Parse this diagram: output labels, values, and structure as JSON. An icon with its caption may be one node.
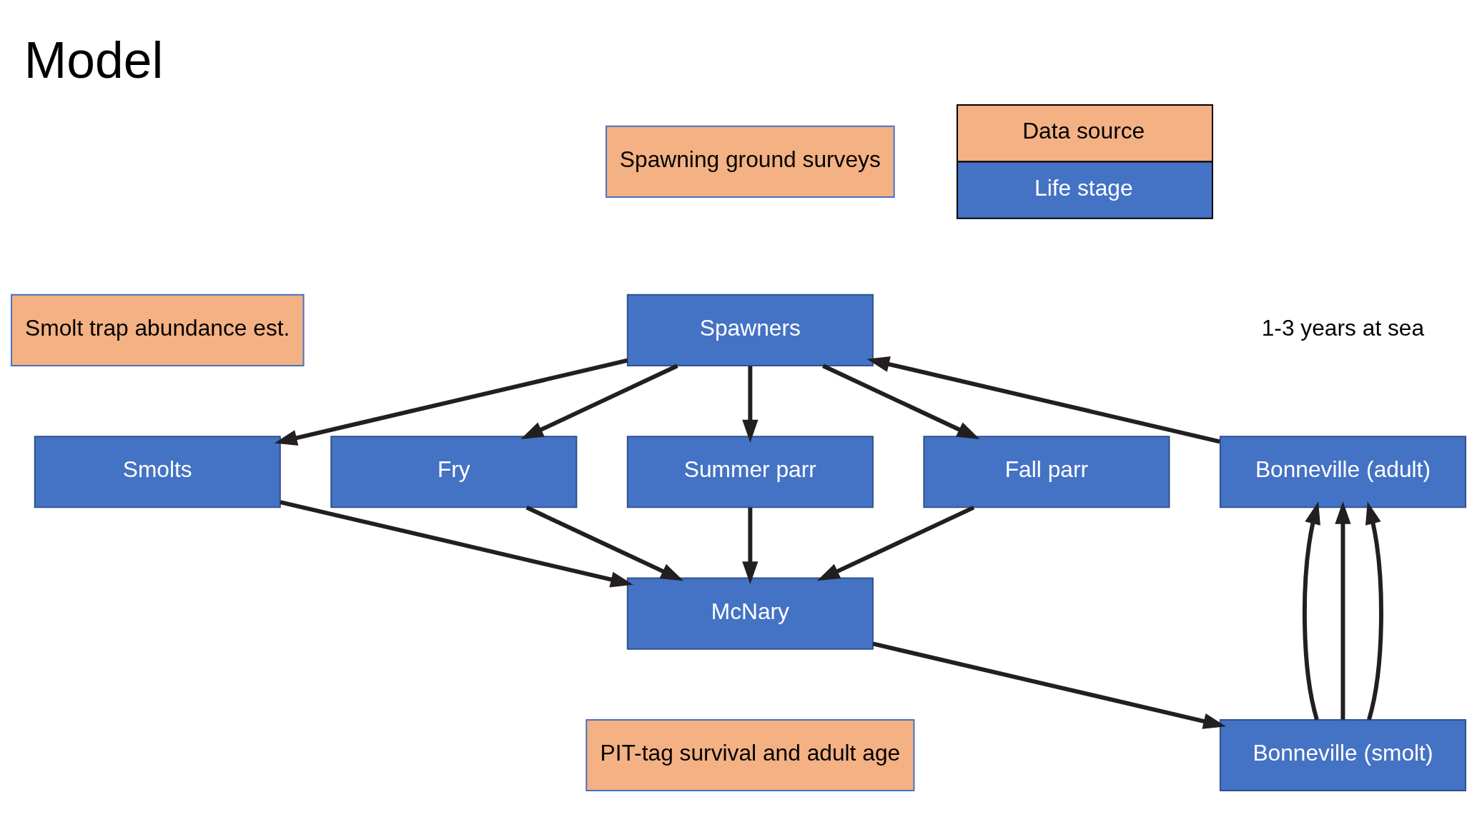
{
  "diagram": {
    "title": "Model",
    "nodes": [
      {
        "text": [
          "Spawning ground surveys"
        ]
      },
      {
        "text": [
          "Spawners"
        ]
      },
      {
        "text": [
          "Bonneville (adult)"
        ]
      },
      {
        "text": [
          "Fry"
        ]
      },
      {
        "text": [
          "Summer parr"
        ]
      },
      {
        "text": [
          "Fall parr"
        ]
      },
      {
        "text": [
          "Smolt trap abundance est."
        ]
      },
      {
        "text": [
          "Smolts"
        ]
      },
      {
        "text": [
          "Bonneville (smolt)"
        ]
      },
      {
        "text": [
          "McNary"
        ]
      },
      {
        "text": [
          "PIT-tag survival and adult age"
        ]
      }
    ],
    "edges": [
      {
        "from": 2,
        "to": 1,
        "arrow": "to"
      },
      {
        "from": 1,
        "to": 3,
        "arrow": "to"
      },
      {
        "from": 1,
        "to": 4,
        "arrow": "to"
      },
      {
        "from": 1,
        "to": 5,
        "arrow": "to"
      },
      {
        "from": 1,
        "to": 7,
        "arrow": "to"
      },
      {
        "from": 3,
        "to": 9,
        "arrow": "to"
      },
      {
        "from": 4,
        "to": 9,
        "arrow": "to"
      },
      {
        "from": 5,
        "to": 9,
        "arrow": "to"
      },
      {
        "from": 7,
        "to": 9,
        "arrow": "to"
      },
      {
        "from": 9,
        "to": 8,
        "arrow": "to"
      },
      {
        "from": 8,
        "to": 2,
        "arrow": "to"
      },
      {
        "from": 8,
        "to": 2,
        "arrow": "to"
      },
      {
        "from": 8,
        "to": 2,
        "arrow": "to"
      }
    ],
    "labels": [
      "1-3 years at sea"
    ],
    "legend": [
      {
        "text": "Data source",
        "color": "#f4b183"
      },
      {
        "text": "Life stage",
        "color": "#4472c4"
      }
    ]
  }
}
